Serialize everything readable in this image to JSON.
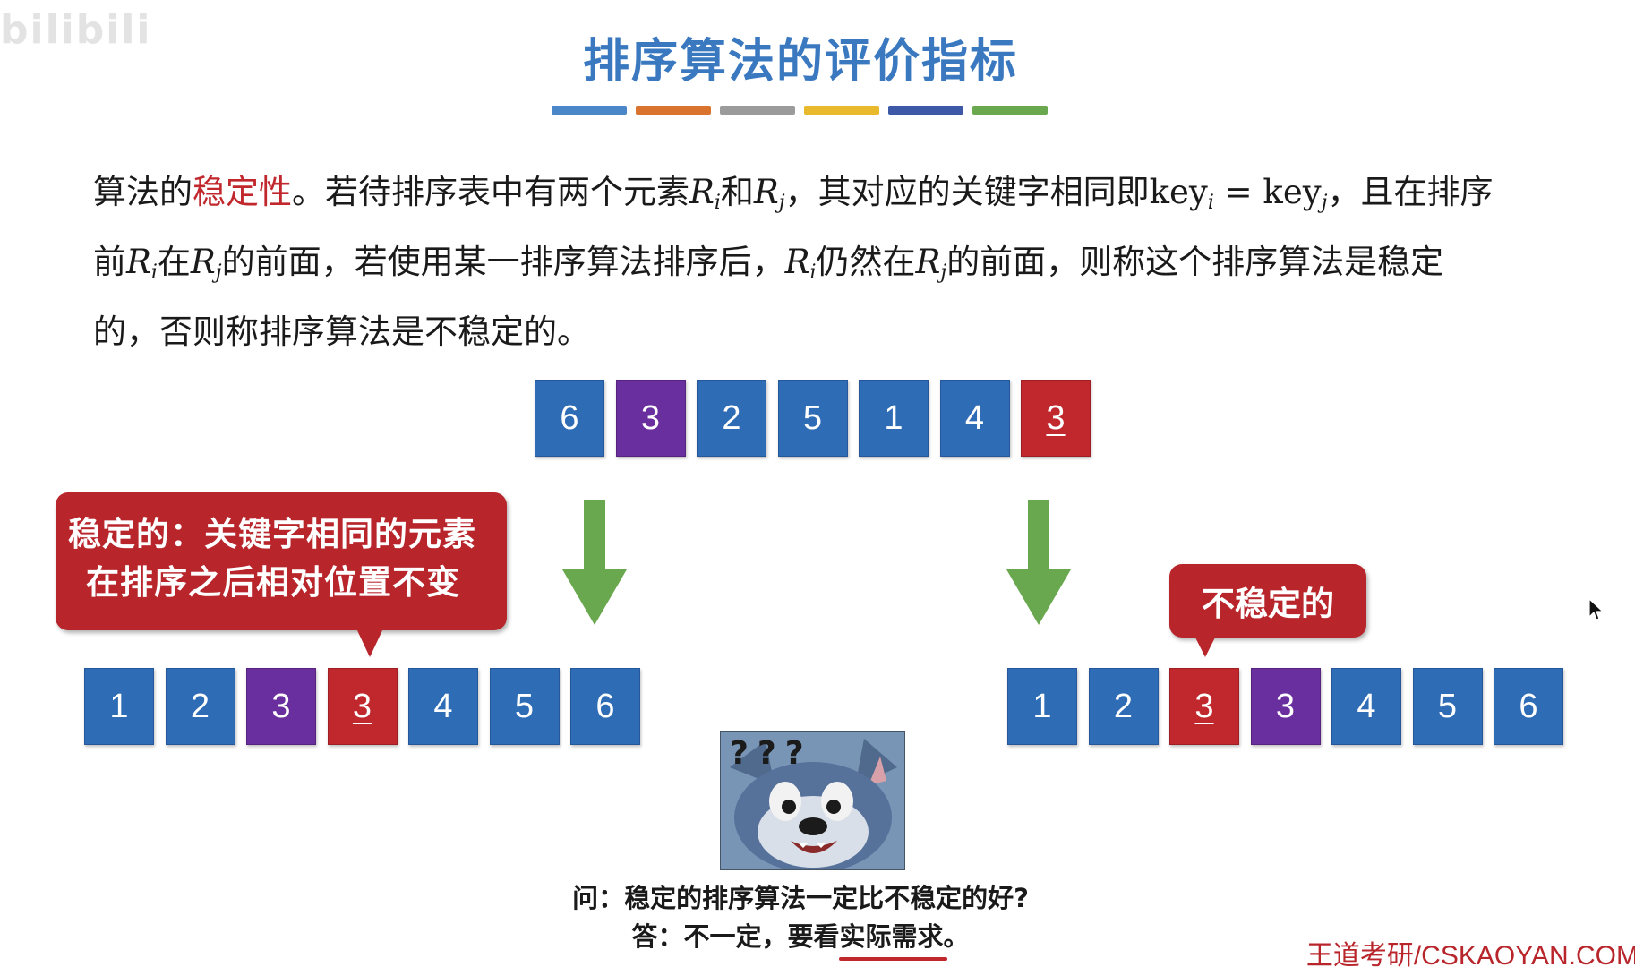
{
  "watermark": "bilibili",
  "title": "排序算法的评价指标",
  "title_bar_colors": [
    "#4a86c8",
    "#d9732e",
    "#9b9b9b",
    "#e8b92c",
    "#3c58a6",
    "#6aa84f"
  ],
  "paragraph": {
    "l1_a": "算法的",
    "l1_hl": "稳定性",
    "l1_b": "。若待排序表中有两个元素",
    "R": "R",
    "i": "i",
    "j": "j",
    "and": "和",
    "l1_c": "，其对应的关键字相同即",
    "key": "key",
    "eq": " = ",
    "l1_d": "，且在排序",
    "l2_a": "前",
    "zai": "在",
    "l2_b": "的前面，若使用某一排序算法排序后，",
    "l2_c": "仍然在",
    "l2_d": "的前面，则称这个排序算法是稳定",
    "l3": "的，否则称排序算法是不稳定的。"
  },
  "top_sequence": [
    {
      "value": "6",
      "color": "blue",
      "underline": false
    },
    {
      "value": "3",
      "color": "purple",
      "underline": false
    },
    {
      "value": "2",
      "color": "blue",
      "underline": false
    },
    {
      "value": "5",
      "color": "blue",
      "underline": false
    },
    {
      "value": "1",
      "color": "blue",
      "underline": false
    },
    {
      "value": "4",
      "color": "blue",
      "underline": false
    },
    {
      "value": "3",
      "color": "red",
      "underline": true
    }
  ],
  "stable_sequence": [
    {
      "value": "1",
      "color": "blue",
      "underline": false
    },
    {
      "value": "2",
      "color": "blue",
      "underline": false
    },
    {
      "value": "3",
      "color": "purple",
      "underline": false
    },
    {
      "value": "3",
      "color": "red",
      "underline": true
    },
    {
      "value": "4",
      "color": "blue",
      "underline": false
    },
    {
      "value": "5",
      "color": "blue",
      "underline": false
    },
    {
      "value": "6",
      "color": "blue",
      "underline": false
    }
  ],
  "unstable_sequence": [
    {
      "value": "1",
      "color": "blue",
      "underline": false
    },
    {
      "value": "2",
      "color": "blue",
      "underline": false
    },
    {
      "value": "3",
      "color": "red",
      "underline": true
    },
    {
      "value": "3",
      "color": "purple",
      "underline": false
    },
    {
      "value": "4",
      "color": "blue",
      "underline": false
    },
    {
      "value": "5",
      "color": "blue",
      "underline": false
    },
    {
      "value": "6",
      "color": "blue",
      "underline": false
    }
  ],
  "callout_stable": {
    "line1": "稳定的：关键字相同的元素",
    "line2": "在排序之后相对位置不变"
  },
  "callout_unstable": "不稳定的",
  "meme_text": "???",
  "question": "问：稳定的排序算法一定比不稳定的好?",
  "answer_a": "答：不一定，要看",
  "answer_hl": "实际需求",
  "answer_end": "。",
  "brand": "王道考研/CSKAOYAN.COM",
  "colors": {
    "blue": "#2f6cb6",
    "purple": "#6a2f9e",
    "red": "#c0282d",
    "arrow": "#6aa84f",
    "title": "#3a78c0"
  }
}
